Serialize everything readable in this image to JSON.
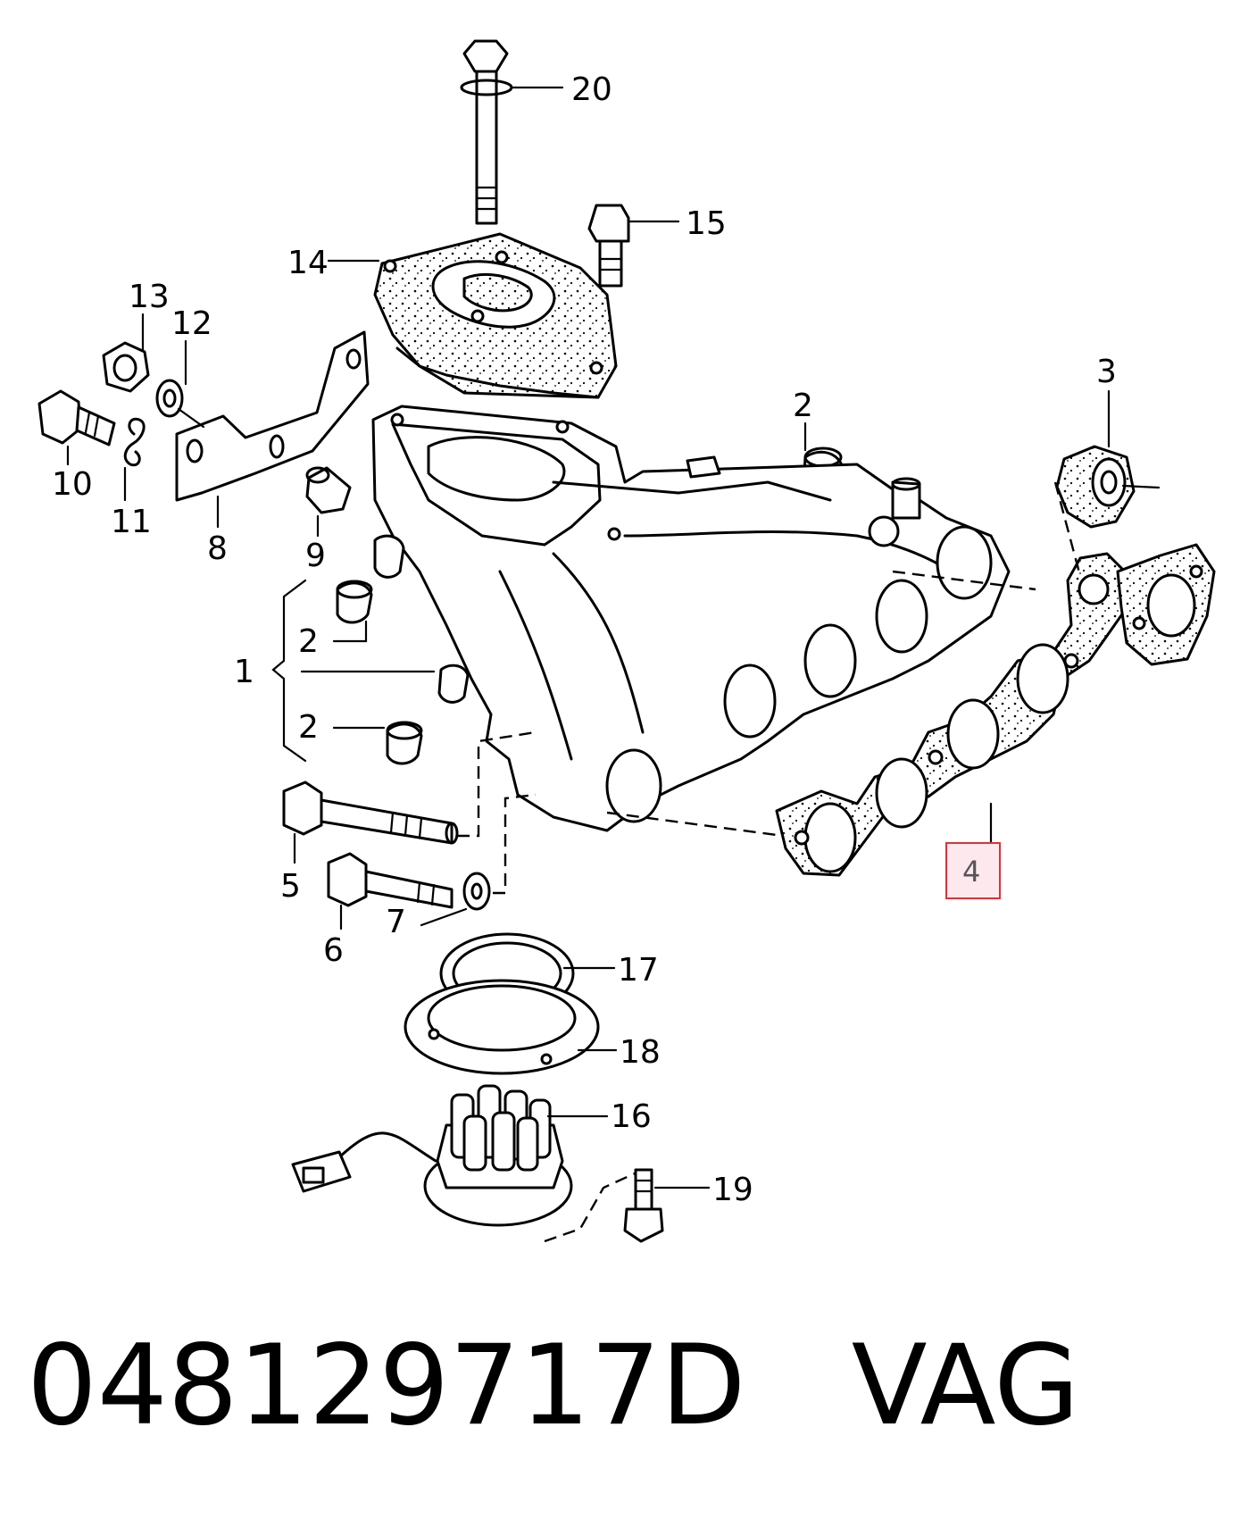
{
  "callouts": [
    {
      "id": "c20",
      "label": "20"
    },
    {
      "id": "c15",
      "label": "15"
    },
    {
      "id": "c14",
      "label": "14"
    },
    {
      "id": "c13",
      "label": "13"
    },
    {
      "id": "c12",
      "label": "12"
    },
    {
      "id": "c10",
      "label": "10"
    },
    {
      "id": "c11",
      "label": "11"
    },
    {
      "id": "c8",
      "label": "8"
    },
    {
      "id": "c9",
      "label": "9"
    },
    {
      "id": "c2a",
      "label": "2"
    },
    {
      "id": "c3",
      "label": "3"
    },
    {
      "id": "c1",
      "label": "1"
    },
    {
      "id": "c2b",
      "label": "2"
    },
    {
      "id": "c2c",
      "label": "2"
    },
    {
      "id": "c4",
      "label": "4"
    },
    {
      "id": "c5",
      "label": "5"
    },
    {
      "id": "c6",
      "label": "6"
    },
    {
      "id": "c7",
      "label": "7"
    },
    {
      "id": "c17",
      "label": "17"
    },
    {
      "id": "c18",
      "label": "18"
    },
    {
      "id": "c16",
      "label": "16"
    },
    {
      "id": "c19",
      "label": "19"
    }
  ],
  "highlight": {
    "label": "4",
    "color": "#d8343c"
  },
  "caption": {
    "part_number": "048129717D",
    "brand": "VAG"
  }
}
